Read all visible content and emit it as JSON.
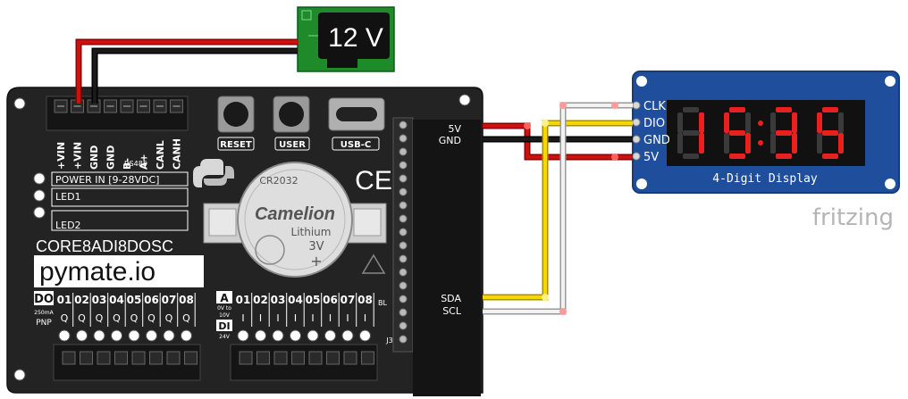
{
  "power_supply": {
    "label": "12 V"
  },
  "board": {
    "model": "CORE8ADI8DOSC",
    "brand": "pymate.io",
    "power_in_label": "POWER IN [9-28VDC]",
    "led1_label": "LED1",
    "led2_label": "LED2",
    "terminal_labels": [
      "+VIN",
      "+VIN",
      "GND",
      "GND",
      "B-",
      "A+",
      "CANL",
      "CANH"
    ],
    "rs485_label": "RS485",
    "reset_label": "RESET",
    "user_label": "USER",
    "usb_label": "USB-C",
    "coin_cell": {
      "model": "CR2032",
      "brand": "Camelion",
      "chemistry": "Lithium",
      "voltage": "3V",
      "polarity": "+"
    },
    "do_block": {
      "title": "DO",
      "sub1": "250mA",
      "sub2": "PNP",
      "channels": [
        "01",
        "02",
        "03",
        "04",
        "05",
        "06",
        "07",
        "08"
      ],
      "row_label": "Q"
    },
    "ai_block": {
      "title": "A",
      "sub1": "0V to",
      "sub2": "10V",
      "channels": [
        "01",
        "02",
        "03",
        "04",
        "05",
        "06",
        "07",
        "08"
      ],
      "row_label": "I"
    },
    "di_block": {
      "title": "DI",
      "sub": "24V"
    },
    "header_labels": {
      "pin_5v": "5V",
      "pin_gnd": "GND",
      "pin_sda": "SDA",
      "pin_scl": "SCL",
      "bl": "BL",
      "j3": "J3"
    },
    "ce_mark": "CE"
  },
  "display": {
    "title": "4-Digit Display",
    "pins": [
      "CLK",
      "DIO",
      "GND",
      "5V"
    ],
    "digits": [
      "1",
      "5",
      "3",
      "5"
    ]
  },
  "watermark": "fritzing",
  "colors": {
    "wire_red": "#cc1111",
    "wire_black": "#1a1a1a",
    "wire_yellow": "#f5d800",
    "wire_white": "#f2f2f2",
    "board": "#232323",
    "display_pcb": "#1f4f9c",
    "segment_on": "#e82020",
    "segment_off": "#3a3a3a",
    "psu_green": "#1f8a2a"
  }
}
